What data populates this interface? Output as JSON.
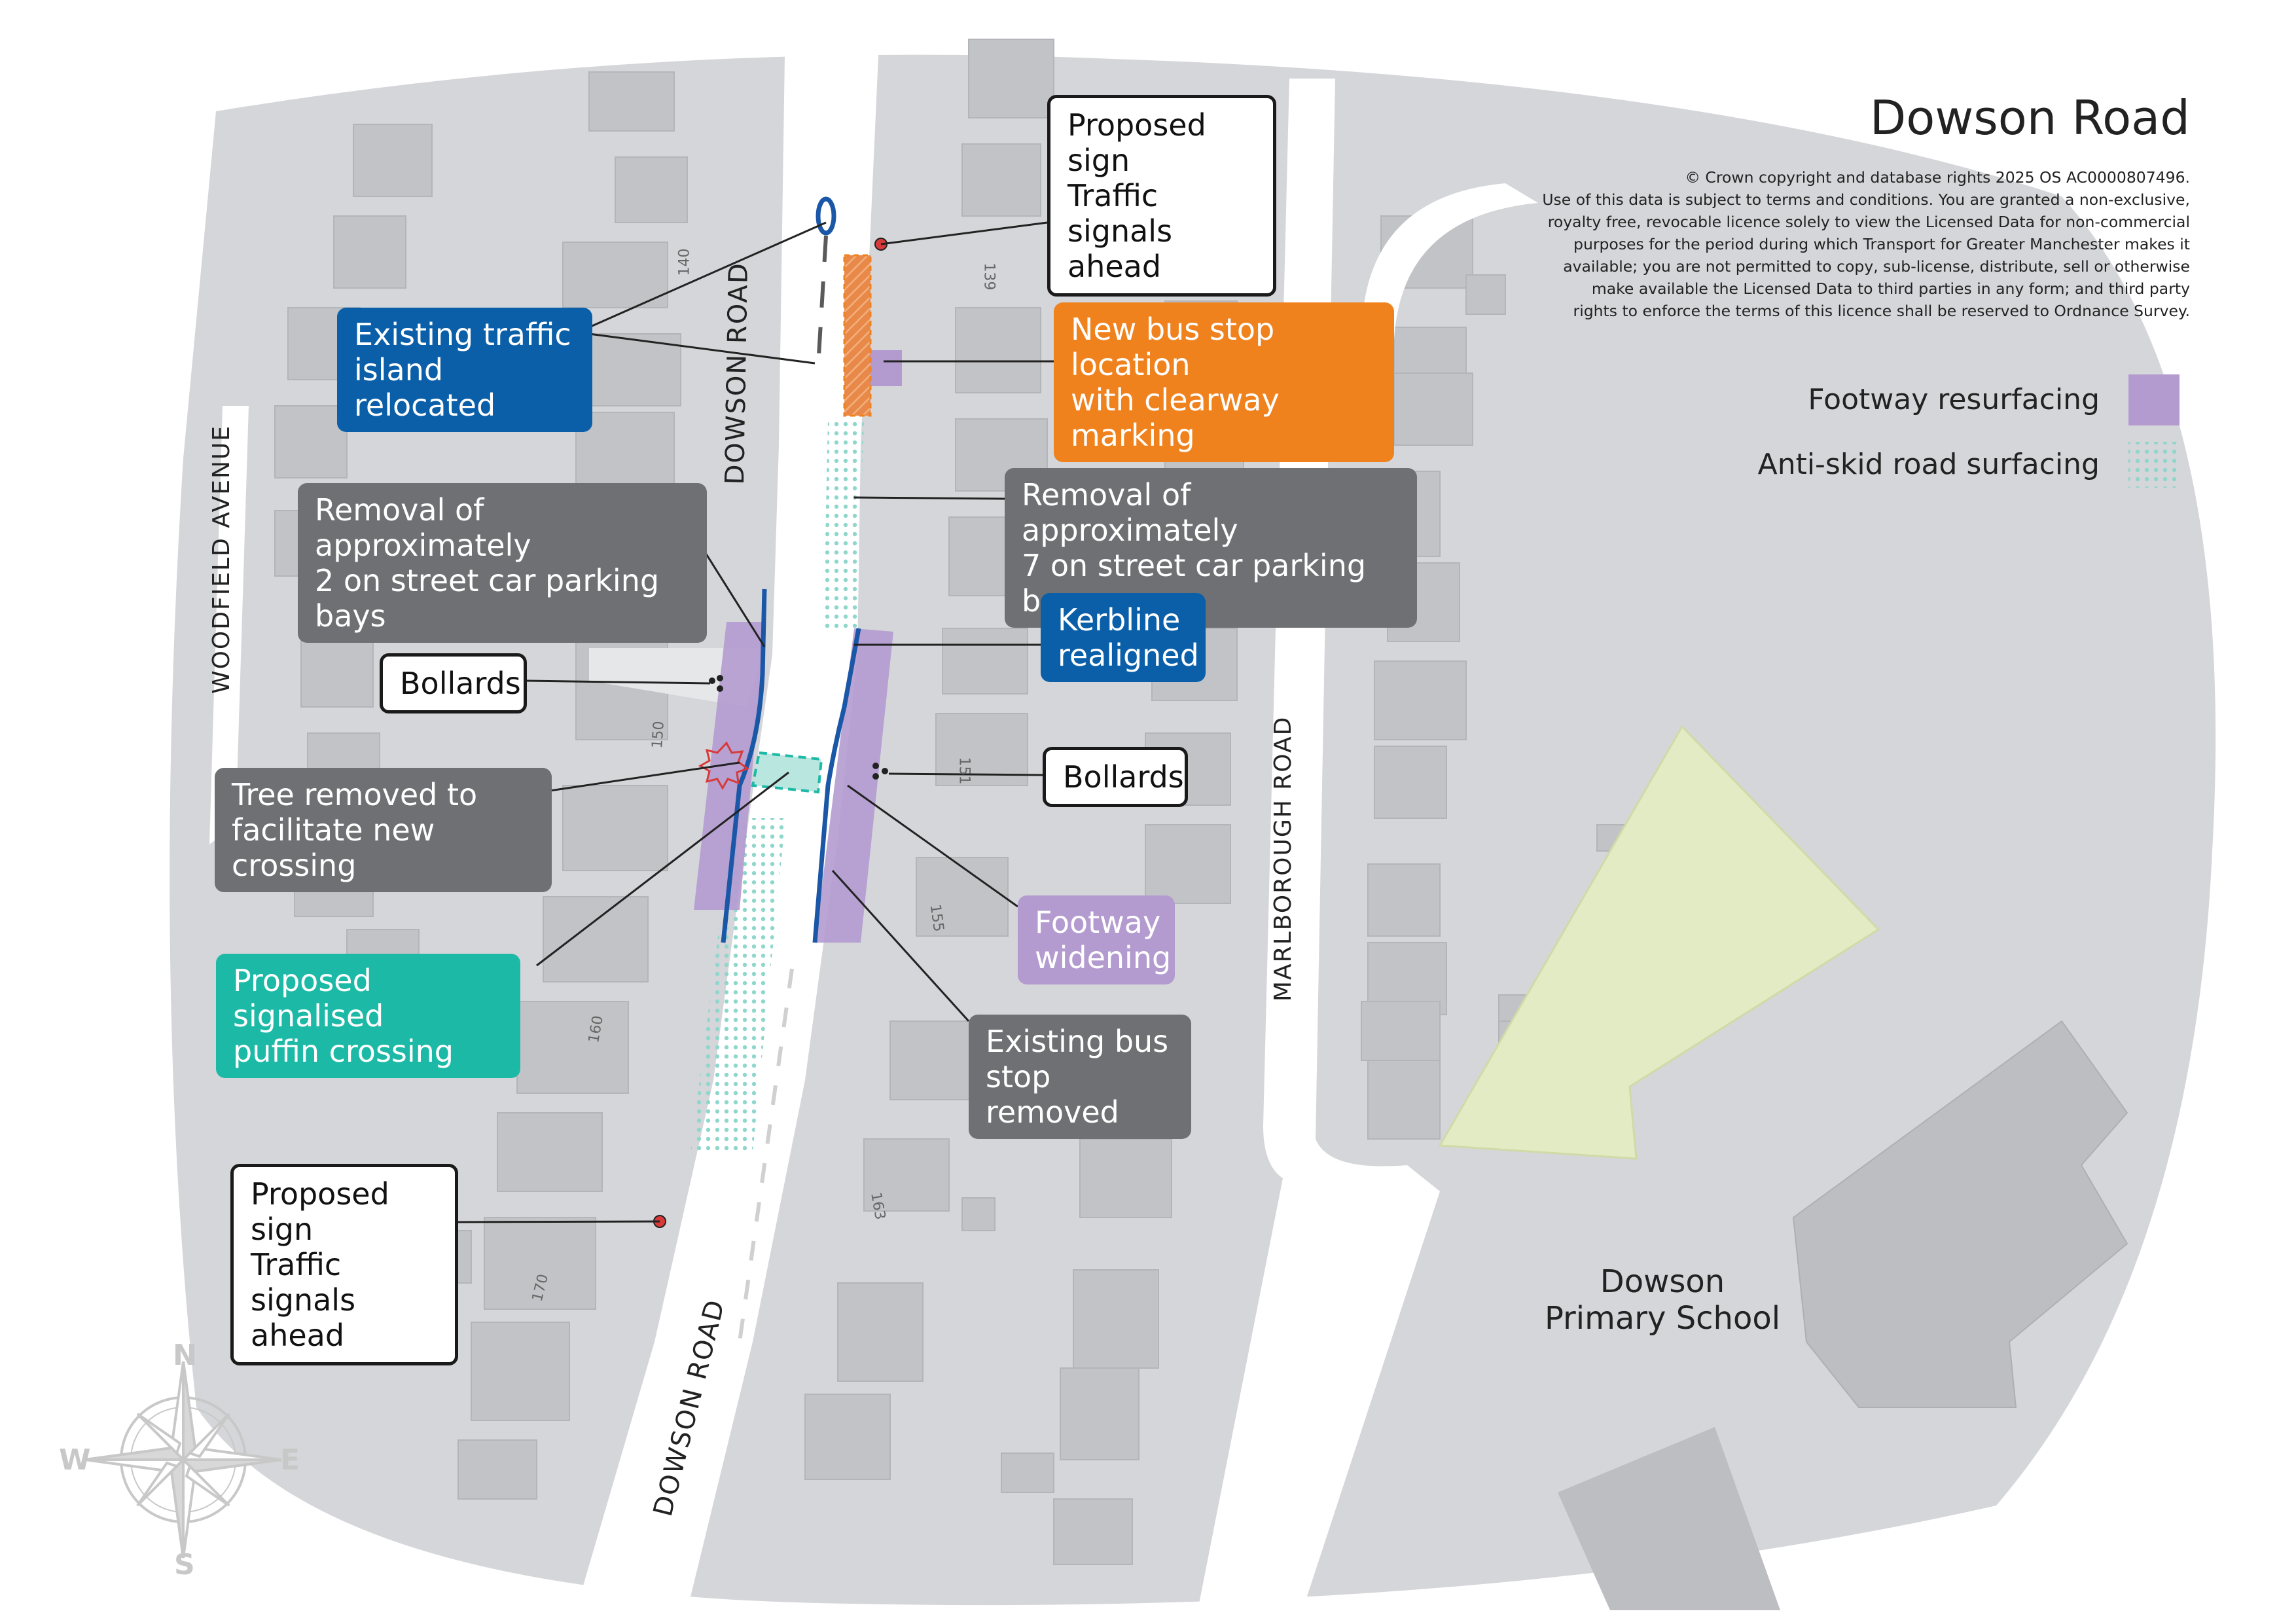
{
  "title": "Dowson Road",
  "copyright": "© Crown copyright and database rights 2025 OS AC0000807496.\nUse of this data is subject to terms and conditions. You are granted a non-exclusive,\nroyalty free, revocable licence solely to view the Licensed Data for non-commercial\npurposes for the period during which Transport for Greater Manchester makes it\navailable; you are not permitted to copy, sub-license, distribute, sell or otherwise\nmake available the Licensed Data to third parties in any form; and third party\nrights to enforce the terms of this licence shall be reserved to Ordnance Survey.",
  "legend": {
    "footway": "Footway resurfacing",
    "antiskid": "Anti-skid road surfacing"
  },
  "roads": {
    "dowson_north": "DOWSON ROAD",
    "dowson_south": "DOWSON ROAD",
    "woodfield": "WOODFIELD AVENUE",
    "marlborough": "MARLBOROUGH ROAD"
  },
  "house_numbers": [
    "140",
    "139",
    "150",
    "151",
    "155",
    "160",
    "163",
    "170"
  ],
  "school": "Dowson\nPrimary School",
  "callouts": {
    "sign_top": "Proposed sign\nTraffic signals\nahead",
    "island": "Existing traffic\nisland relocated",
    "bus_new": "New bus stop location\nwith clearway marking",
    "parking7": "Removal of approximately\n7 on street car parking bays",
    "parking2": "Removal of approximately\n2 on street car parking bays",
    "kerbline": "Kerbline\nrealigned",
    "bollards_left": "Bollards",
    "bollards_right": "Bollards",
    "tree": "Tree removed to\nfacilitate new crossing",
    "footway_widening": "Footway\nwidening",
    "puffin": "Proposed signalised\npuffin crossing",
    "bus_removed": "Existing bus\nstop removed",
    "sign_bottom": "Proposed sign\nTraffic signals\nahead"
  },
  "compass": {
    "n": "N",
    "e": "E",
    "s": "S",
    "w": "W"
  },
  "colors": {
    "footway": "#b39bd0",
    "antiskid": "#8fd6cc",
    "kerb": "#1b57a7",
    "sign_dot": "#d83a3a",
    "park": "#e2ebc4"
  }
}
